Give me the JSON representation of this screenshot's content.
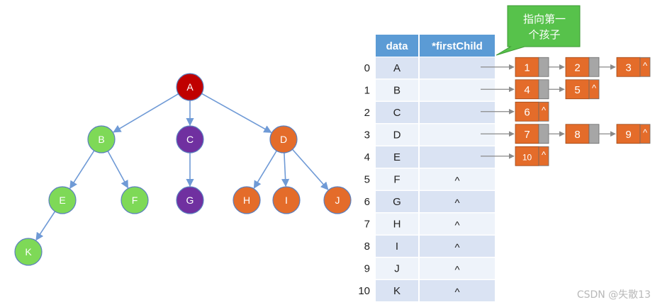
{
  "tree": {
    "nodes": [
      {
        "id": "A",
        "label": "A",
        "color": "#c00000"
      },
      {
        "id": "B",
        "label": "B",
        "color": "#7ed957"
      },
      {
        "id": "C",
        "label": "C",
        "color": "#7030a0"
      },
      {
        "id": "D",
        "label": "D",
        "color": "#e46c2a"
      },
      {
        "id": "E",
        "label": "E",
        "color": "#7ed957"
      },
      {
        "id": "F",
        "label": "F",
        "color": "#7ed957"
      },
      {
        "id": "G",
        "label": "G",
        "color": "#7030a0"
      },
      {
        "id": "H",
        "label": "H",
        "color": "#e46c2a"
      },
      {
        "id": "I",
        "label": "I",
        "color": "#e46c2a"
      },
      {
        "id": "J",
        "label": "J",
        "color": "#e46c2a"
      },
      {
        "id": "K",
        "label": "K",
        "color": "#7ed957"
      }
    ],
    "edges": [
      [
        "A",
        "B"
      ],
      [
        "A",
        "C"
      ],
      [
        "A",
        "D"
      ],
      [
        "B",
        "E"
      ],
      [
        "B",
        "F"
      ],
      [
        "C",
        "G"
      ],
      [
        "D",
        "H"
      ],
      [
        "D",
        "I"
      ],
      [
        "D",
        "J"
      ],
      [
        "E",
        "K"
      ]
    ]
  },
  "table": {
    "headers": [
      "data",
      "*firstChild"
    ],
    "rows": [
      {
        "index": "0",
        "data": "A",
        "first_child": ""
      },
      {
        "index": "1",
        "data": "B",
        "first_child": ""
      },
      {
        "index": "2",
        "data": "C",
        "first_child": ""
      },
      {
        "index": "3",
        "data": "D",
        "first_child": ""
      },
      {
        "index": "4",
        "data": "E",
        "first_child": ""
      },
      {
        "index": "5",
        "data": "F",
        "first_child": "^"
      },
      {
        "index": "6",
        "data": "G",
        "first_child": "^"
      },
      {
        "index": "7",
        "data": "H",
        "first_child": "^"
      },
      {
        "index": "8",
        "data": "I",
        "first_child": "^"
      },
      {
        "index": "9",
        "data": "J",
        "first_child": "^"
      },
      {
        "index": "10",
        "data": "K",
        "first_child": "^"
      }
    ]
  },
  "lists": [
    {
      "row": 0,
      "items": [
        "1",
        "2",
        "3"
      ],
      "tail": "^"
    },
    {
      "row": 1,
      "items": [
        "4",
        "5"
      ],
      "tail": "^"
    },
    {
      "row": 2,
      "items": [
        "6"
      ],
      "tail": "^"
    },
    {
      "row": 3,
      "items": [
        "7",
        "8",
        "9"
      ],
      "tail": "^"
    },
    {
      "row": 4,
      "items": [
        "10"
      ],
      "tail": "^"
    }
  ],
  "callout": {
    "line1": "指向第一",
    "line2": "个孩子"
  },
  "watermark": "CSDN @失散13",
  "colors": {
    "edge": "#6f9ad6",
    "header_bg": "#5b9bd5",
    "row_a": "#dae3f3",
    "row_b": "#eef3fa",
    "list_node": "#e46c2a",
    "list_tail": "#a6a6a6",
    "callout": "#57c24b",
    "arrow": "#8a8a8a"
  }
}
